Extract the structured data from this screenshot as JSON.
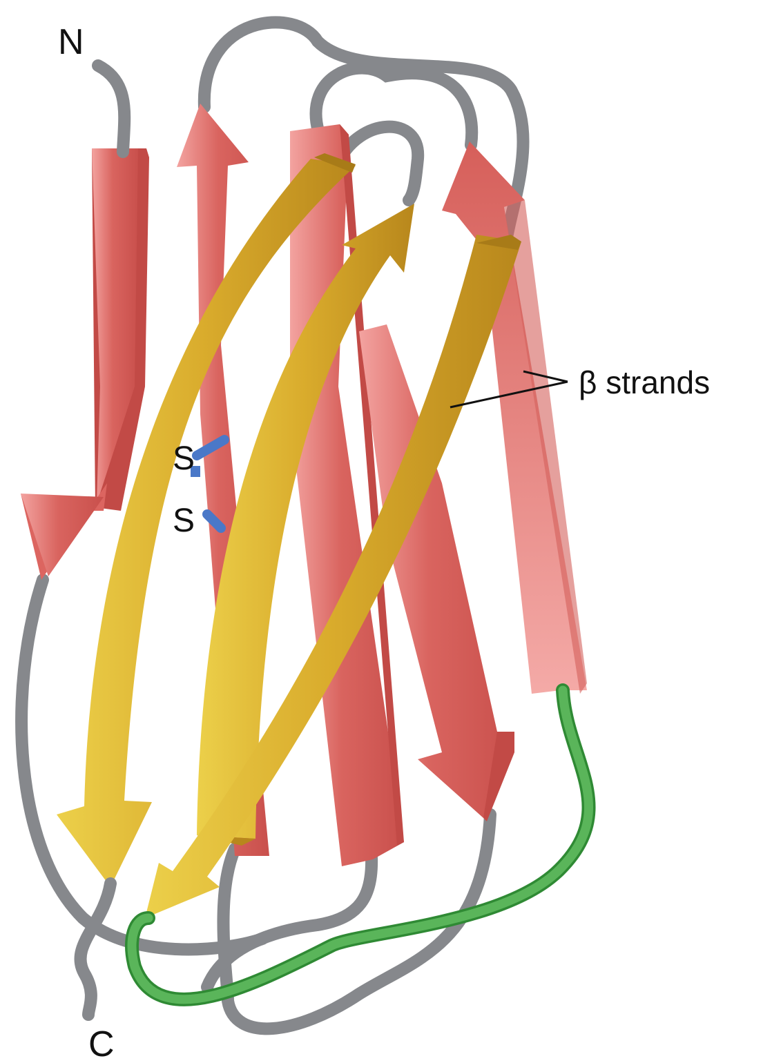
{
  "diagram": {
    "labels": {
      "n_terminus": "N",
      "c_terminus": "C",
      "sulfur_top": "S",
      "sulfur_bottom": "S",
      "beta_strands": "β strands"
    },
    "colors": {
      "sheet_front": "#d9ab2c",
      "sheet_back": "#e07a74",
      "loop": "#86888c",
      "highlight_loop": "#5ab55a",
      "disulfide": "#4a78c8"
    }
  }
}
